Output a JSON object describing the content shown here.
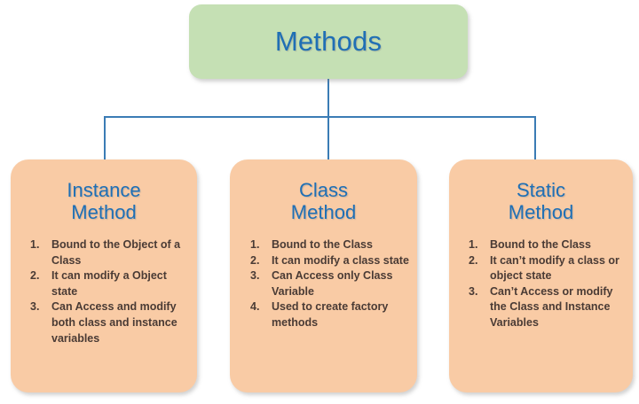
{
  "diagram": {
    "title": "Methods",
    "type": "hierarchy",
    "colors": {
      "root_fill": "#C5E0B4",
      "child_fill": "#F9CBA5",
      "heading_text": "#1F6FB5",
      "body_text": "#4A3B35",
      "connector": "#3B7CB5",
      "background": "#FFFFFF"
    },
    "root": {
      "label": "Methods"
    },
    "children": [
      {
        "title_line1": "Instance",
        "title_line2": "Method",
        "items": [
          {
            "num": "1.",
            "text": "Bound to the Object of a Class"
          },
          {
            "num": "2.",
            "text": "It can modify a Object state"
          },
          {
            "num": "3.",
            "text": "Can Access and modify both class and instance variables"
          }
        ]
      },
      {
        "title_line1": "Class",
        "title_line2": "Method",
        "items": [
          {
            "num": "1.",
            "text": "Bound to the Class"
          },
          {
            "num": "2.",
            "text": "It can modify a class state"
          },
          {
            "num": "3.",
            "text": "Can Access only Class Variable"
          },
          {
            "num": "4.",
            "text": "Used to create factory methods"
          }
        ]
      },
      {
        "title_line1": "Static",
        "title_line2": "Method",
        "items": [
          {
            "num": "1.",
            "text": "Bound to the Class"
          },
          {
            "num": "2.",
            "text": "It can’t modify a class or object state"
          },
          {
            "num": "3.",
            "text": "Can’t Access or modify the Class and Instance Variables"
          }
        ]
      }
    ]
  }
}
